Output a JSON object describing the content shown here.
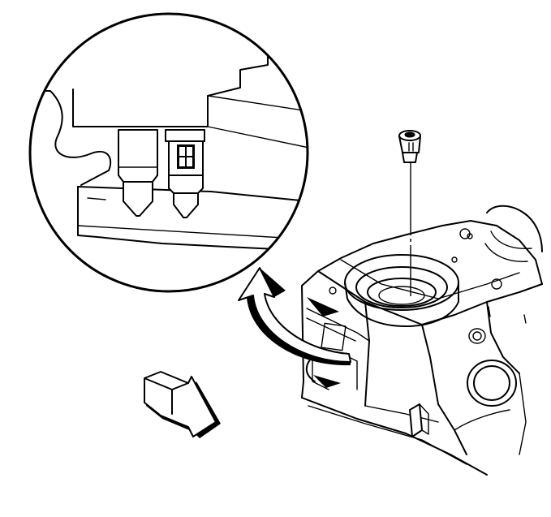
{
  "figure": {
    "background": "#ffffff",
    "line_color": "#000000",
    "parts": [
      "detail-callout-circle",
      "tool-pin-left",
      "dowel-pin-installed",
      "dowel-pin",
      "engine-block",
      "direction-arrow",
      "view-arrow"
    ]
  }
}
